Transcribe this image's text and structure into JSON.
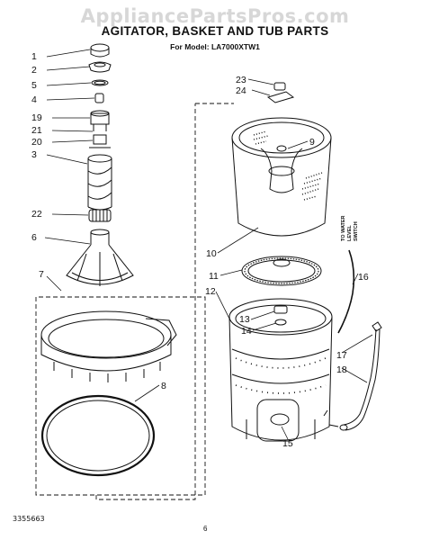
{
  "watermark": "AppliancePartsPros.com",
  "title": "AGITATOR, BASKET AND TUB PARTS",
  "model_line": "For Model: LA7000XTW1",
  "doc_number": "3355663",
  "page_number": "6",
  "side_label": [
    "TO WATER",
    "LEVEL",
    "SWITCH"
  ],
  "callouts": {
    "c1": "1",
    "c2": "2",
    "c5": "5",
    "c4": "4",
    "c19": "19",
    "c21": "21",
    "c20": "20",
    "c3": "3",
    "c22": "22",
    "c6": "6",
    "c7": "7",
    "c8": "8",
    "c23": "23",
    "c24": "24",
    "c9": "9",
    "c10": "10",
    "c11": "11",
    "c12": "12",
    "c13": "13",
    "c14": "14",
    "c16": "16",
    "c17": "17",
    "c18": "18",
    "c15": "15"
  }
}
